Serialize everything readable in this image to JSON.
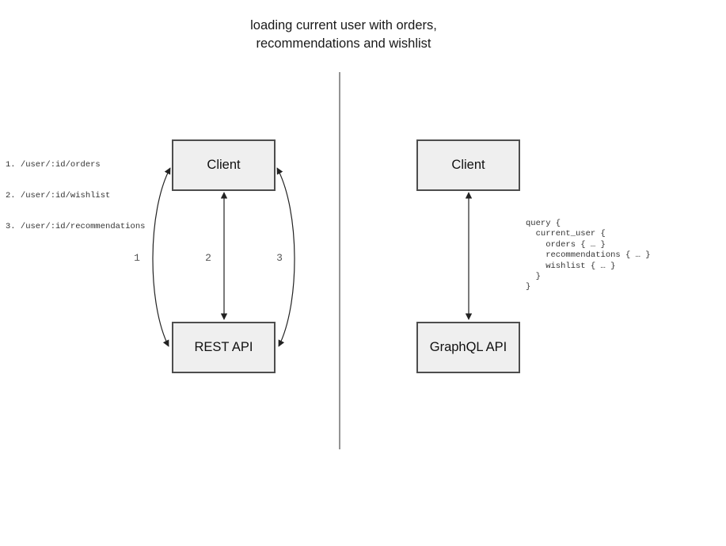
{
  "title": {
    "line1": "loading current user with orders,",
    "line2": "recommendations and wishlist"
  },
  "rest_panel": {
    "endpoints": [
      "1. /user/:id/orders",
      "2. /user/:id/wishlist",
      "3. /user/:id/recommendations"
    ],
    "client_box_label": "Client",
    "api_box_label": "REST API",
    "arrow_labels": [
      "1",
      "2",
      "3"
    ]
  },
  "graphql_panel": {
    "client_box_label": "Client",
    "api_box_label": "GraphQL API",
    "query_code": "query {\n  current_user {\n    orders { … }\n    recommendations { … }\n    wishlist { … }\n  }\n}"
  },
  "colors": {
    "background": "#ffffff",
    "box_fill": "#efefef",
    "box_border": "#4d4d4d",
    "arrow_stroke": "#222222",
    "divider_stroke": "#666666",
    "title_text": "#1a1a1a",
    "code_text": "#333333",
    "arrow_label_text": "#555555"
  }
}
